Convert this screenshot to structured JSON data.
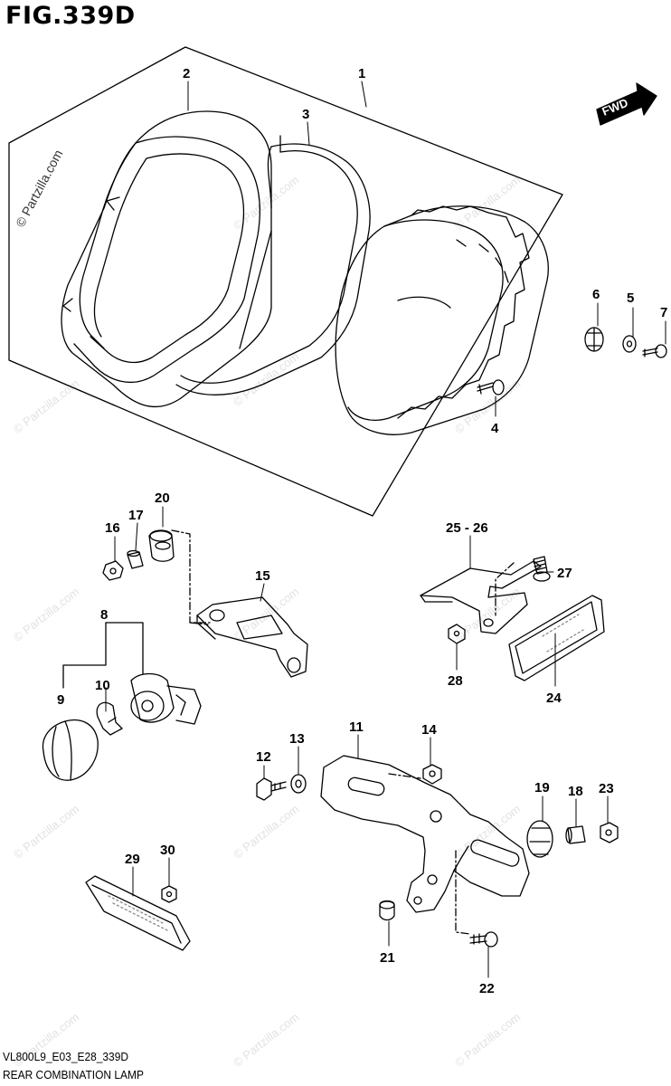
{
  "figure": {
    "title": "FIG.339D",
    "code": "VL800L9_E03_E28_339D",
    "name": "REAR COMBINATION LAMP"
  },
  "fwd_label": "FWD",
  "watermark": "© Partzilla.com",
  "callouts": {
    "c1": "1",
    "c2": "2",
    "c3": "3",
    "c4": "4",
    "c5": "5",
    "c6": "6",
    "c7": "7",
    "c8": "8",
    "c9": "9",
    "c10": "10",
    "c11": "11",
    "c12": "12",
    "c13": "13",
    "c14": "14",
    "c15": "15",
    "c16": "16",
    "c17": "17",
    "c18": "18",
    "c19": "19",
    "c20": "20",
    "c21": "21",
    "c22": "22",
    "c23": "23",
    "c24": "24",
    "c25": "25 - 26",
    "c27": "27",
    "c28": "28",
    "c29": "29",
    "c30": "30"
  },
  "colors": {
    "line": "#000000",
    "watermark": "#e2e2e2",
    "background": "#ffffff"
  }
}
